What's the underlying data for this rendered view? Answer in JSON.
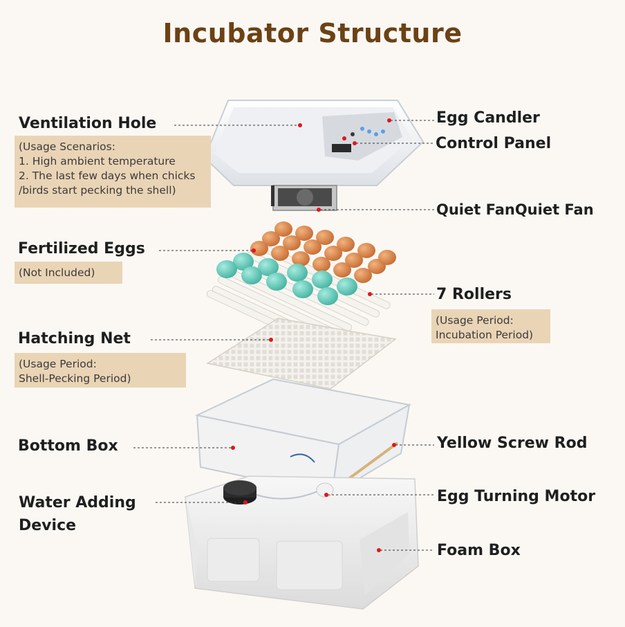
{
  "title": "Incubator Structure",
  "parts": {
    "ventilation_hole": {
      "label": "Ventilation Hole",
      "note": [
        "(Usage Scenarios:",
        "1. High ambient temperature",
        "2. The last few days when chicks",
        "/birds start pecking the shell)"
      ]
    },
    "fertilized_eggs": {
      "label": "Fertilized Eggs",
      "note": [
        "(Not Included)"
      ]
    },
    "hatching_net": {
      "label": "Hatching Net",
      "note": [
        "(Usage Period:",
        "Shell-Pecking Period)"
      ]
    },
    "bottom_box": {
      "label": "Bottom Box"
    },
    "water_adding_device": {
      "label_lines": [
        "Water Adding",
        "Device"
      ]
    },
    "egg_candler": {
      "label": "Egg Candler"
    },
    "control_panel": {
      "label": "Control Panel"
    },
    "quiet_fan": {
      "label": "Quiet FanQuiet Fan"
    },
    "rollers": {
      "label": "7 Rollers",
      "note": [
        "(Usage Period:",
        "Incubation Period)"
      ]
    },
    "yellow_screw_rod": {
      "label": "Yellow Screw Rod"
    },
    "egg_turning_motor": {
      "label": "Egg Turning Motor"
    },
    "foam_box": {
      "label": "Foam Box"
    }
  },
  "colors": {
    "title": "#6b4215",
    "note_background": "#ead4b6",
    "marker": "#e0161b",
    "brown_egg": "#d9834a",
    "blue_egg": "#6ccdbd"
  }
}
